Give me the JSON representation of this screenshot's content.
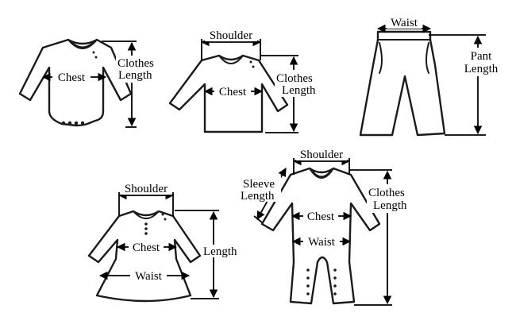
{
  "garments": {
    "romper": {
      "chest": "Chest",
      "clothes_length_1": "Clothes",
      "clothes_length_2": "Length"
    },
    "sweater": {
      "shoulder": "Shoulder",
      "chest": "Chest",
      "clothes_length_1": "Clothes",
      "clothes_length_2": "Length"
    },
    "pants": {
      "waist": "Waist",
      "pant_length_1": "Pant",
      "pant_length_2": "Length"
    },
    "dress": {
      "shoulder": "Shoulder",
      "chest": "Chest",
      "waist": "Waist",
      "length": "Length"
    },
    "jumpsuit": {
      "shoulder": "Shoulder",
      "sleeve_length_1": "Sleeve",
      "sleeve_length_2": "Length",
      "chest": "Chest",
      "waist": "Waist",
      "clothes_length_1": "Clothes",
      "clothes_length_2": "Length"
    }
  },
  "colors": {
    "ink": "#1a1a1a",
    "background": "#ffffff"
  }
}
